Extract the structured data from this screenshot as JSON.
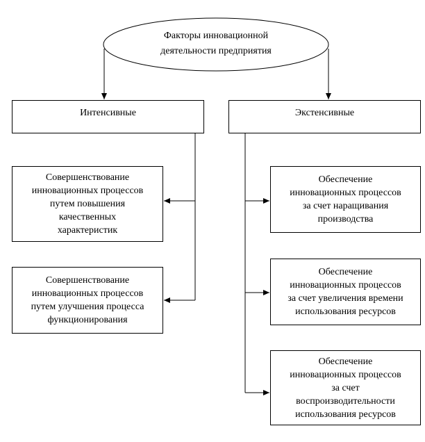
{
  "root": {
    "line1": "Факторы инновационной",
    "line2": "деятельности предприятия"
  },
  "intensive": {
    "title": "Интенсивные",
    "items": [
      "Совершенствование\nинновационных процессов\nпутем повышения\nкачественных\nхарактеристик",
      "Совершенствование\nинновационных процессов\nпутем улучшения процесса\nфункционирования"
    ]
  },
  "extensive": {
    "title": "Экстенсивные",
    "items": [
      "Обеспечение\nинновационных процессов\nза счет наращивания\nпроизводства",
      "Обеспечение\nинновационных процессов\nза счет увеличения времени\nиспользования ресурсов",
      "Обеспечение\nинновационных процессов\nза счет\nвоспроизводительности\nиспользования ресурсов"
    ]
  }
}
